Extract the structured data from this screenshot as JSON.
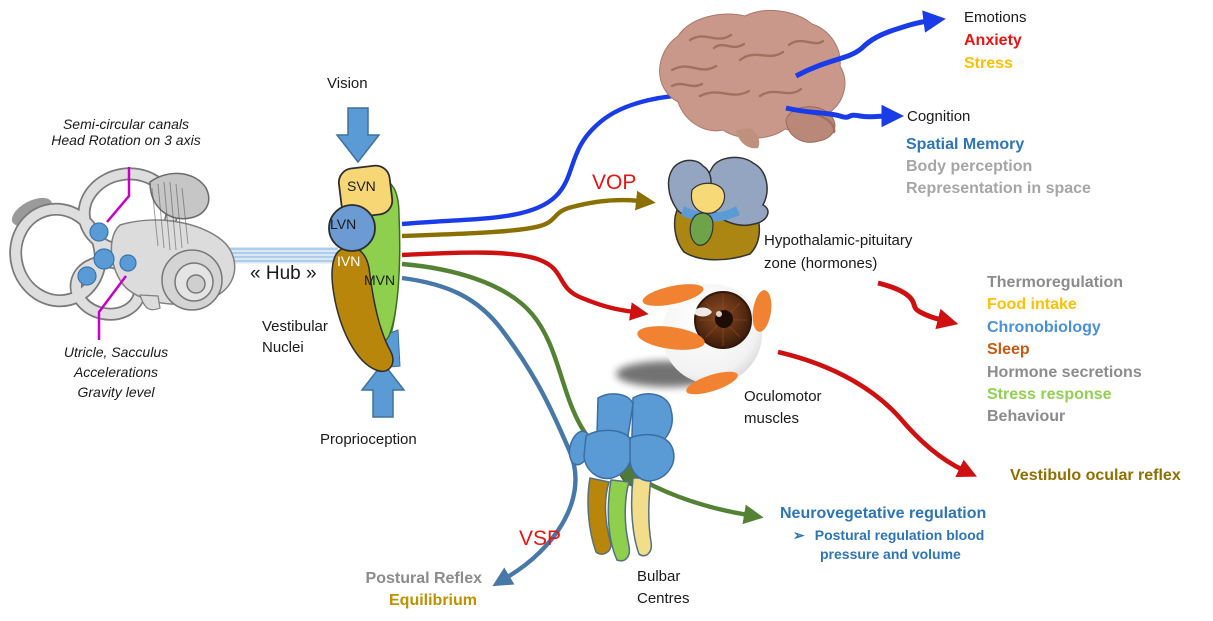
{
  "colors": {
    "black": "#1a1a1a",
    "red": "#e81414",
    "yellow": "#ffc000",
    "blue_text": "#2e75b6",
    "light_blue_text": "#4a90d9",
    "gray_text": "#8c8c8c",
    "light_gray_text": "#a6a6a6",
    "orange_text": "#c55a11",
    "green_text": "#92d050",
    "gold_text": "#bf9000",
    "dark_gold_text": "#8f7000",
    "blue_arrow": "#1a3ce8",
    "olive_arrow": "#8a7000",
    "red_arrow": "#cf1010",
    "green_arrow": "#548235",
    "steel_arrow": "#4778a8",
    "magenta": "#c800c8",
    "block_arrow": "#5b9bd5"
  },
  "labels": {
    "semicircular_line1": "Semi-circular canals",
    "semicircular_line2": "Head Rotation on 3 axis",
    "utricle_line1": "Utricle, Sacculus",
    "utricle_line2": "Accelerations",
    "utricle_line3": "Gravity level",
    "hub": "« Hub »",
    "vision": "Vision",
    "proprioception": "Proprioception",
    "vestibular_line1": "Vestibular",
    "vestibular_line2": "Nuclei",
    "svn": "SVN",
    "lvn": "LVN",
    "ivn": "IVN",
    "mvn": "MVN",
    "vop": "VOP",
    "vsp": "VSP",
    "emotions": "Emotions",
    "anxiety": "Anxiety",
    "stress": "Stress",
    "cognition": "Cognition",
    "spatial_memory": "Spatial Memory",
    "body_perception": "Body perception",
    "representation": "Representation in space",
    "hypothalamic_line1": "Hypothalamic-pituitary",
    "hypothalamic_line2": "zone (hormones)",
    "hormone_list": [
      {
        "text": "Thermoregulation",
        "color": "#8c8c8c"
      },
      {
        "text": "Food intake",
        "color": "#ffc000"
      },
      {
        "text": "Chronobiology",
        "color": "#4a90d9"
      },
      {
        "text": "Sleep",
        "color": "#c55a11"
      },
      {
        "text": "Hormone secretions",
        "color": "#8c8c8c"
      },
      {
        "text": "Stress response",
        "color": "#92d050"
      },
      {
        "text": "Behaviour",
        "color": "#8c8c8c"
      }
    ],
    "oculomotor_line1": "Oculomotor",
    "oculomotor_line2": "muscles",
    "vestibulo_ocular": "Vestibulo ocular reflex",
    "neurovegetative": "Neurovegetative regulation",
    "bullet": "➢",
    "postural_reg_line1": "Postural regulation blood",
    "postural_reg_line2": "pressure and volume",
    "postural_reflex": "Postural Reflex",
    "equilibrium": "Equilibrium",
    "bulbar_line1": "Bulbar",
    "bulbar_line2": "Centres"
  }
}
